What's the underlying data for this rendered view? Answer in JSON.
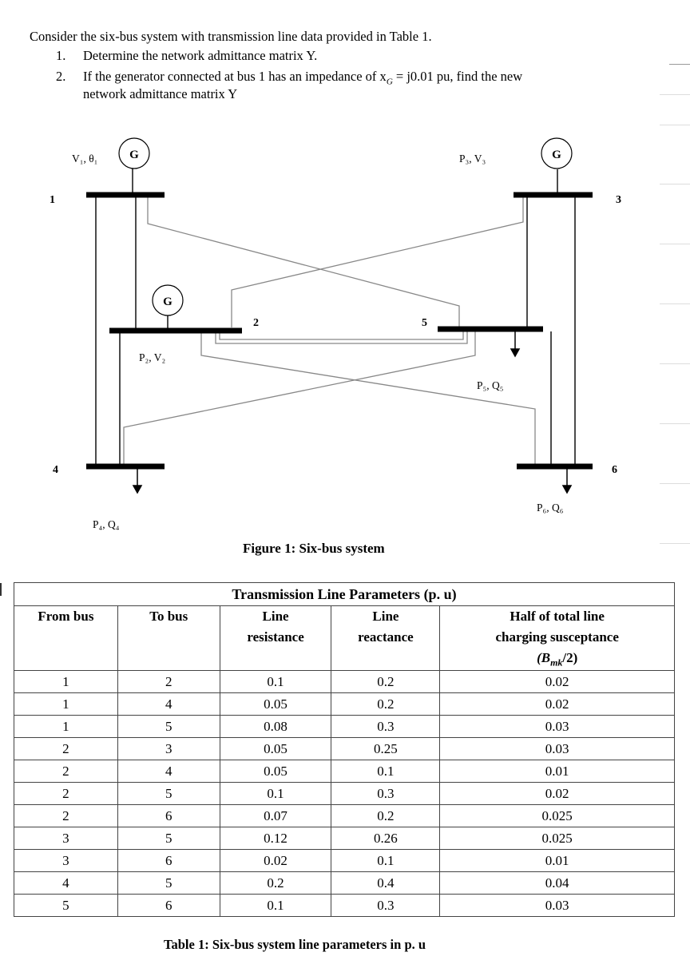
{
  "question": {
    "intro": "Consider the six-bus system with transmission line data provided in Table 1.",
    "items": [
      {
        "num": "1.",
        "line1": "Determine the network admittance matrix Y.",
        "line2": ""
      },
      {
        "num": "2.",
        "line1": "If the generator connected at bus 1 has an impedance of x",
        "sub": "G",
        "line1b": " = j0.01 pu, find the new",
        "line2": "network admittance matrix Y"
      }
    ]
  },
  "figure": {
    "generator_symbol": "G",
    "bus_numbers": [
      "1",
      "2",
      "3",
      "4",
      "5",
      "6"
    ],
    "labels": {
      "bus1": "V₁, θ₁",
      "bus2": "P₂, V₂",
      "bus3": "P₃, V₃",
      "bus4": "P₄, Q₄",
      "bus5": "P₅, Q₅",
      "bus6": "P₆, Q₆"
    },
    "caption": "Figure 1: Six-bus system"
  },
  "table": {
    "title": "Transmission Line Parameters (p. u)",
    "headers": [
      "From bus",
      "To bus",
      "Line resistance",
      "Line reactance",
      "Half of total line charging susceptance (Bmk/2)"
    ],
    "header_lines": [
      [
        "From bus"
      ],
      [
        "To bus"
      ],
      [
        "Line",
        "resistance"
      ],
      [
        "Line",
        "reactance"
      ],
      [
        "Half of total line",
        "charging susceptance",
        "(B",
        "mk",
        "/2)"
      ]
    ],
    "rows": [
      [
        "1",
        "2",
        "0.1",
        "0.2",
        "0.02"
      ],
      [
        "1",
        "4",
        "0.05",
        "0.2",
        "0.02"
      ],
      [
        "1",
        "5",
        "0.08",
        "0.3",
        "0.03"
      ],
      [
        "2",
        "3",
        "0.05",
        "0.25",
        "0.03"
      ],
      [
        "2",
        "4",
        "0.05",
        "0.1",
        "0.01"
      ],
      [
        "2",
        "5",
        "0.1",
        "0.3",
        "0.02"
      ],
      [
        "2",
        "6",
        "0.07",
        "0.2",
        "0.025"
      ],
      [
        "3",
        "5",
        "0.12",
        "0.26",
        "0.025"
      ],
      [
        "3",
        "6",
        "0.02",
        "0.1",
        "0.01"
      ],
      [
        "4",
        "5",
        "0.2",
        "0.4",
        "0.04"
      ],
      [
        "5",
        "6",
        "0.1",
        "0.3",
        "0.03"
      ]
    ],
    "caption": "Table 1: Six-bus system line parameters in p. u"
  }
}
